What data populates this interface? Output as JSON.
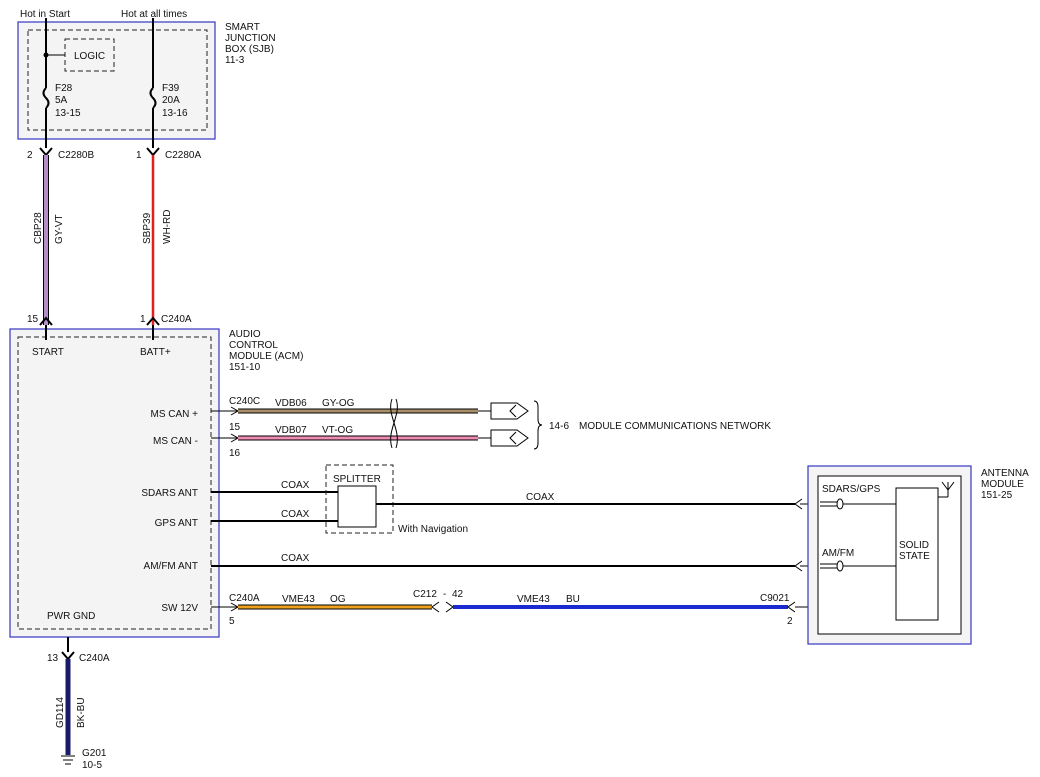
{
  "sjb": {
    "hot_start": "Hot in Start",
    "hot_always": "Hot at all times",
    "title": [
      "SMART",
      "JUNCTION",
      "BOX (SJB)",
      "11-3"
    ],
    "logic": "LOGIC",
    "fuse_a": [
      "F28",
      "5A",
      "13-15"
    ],
    "fuse_b": [
      "F39",
      "20A",
      "13-16"
    ],
    "pin_a": "2",
    "conn_a": "C2280B",
    "pin_b": "1",
    "conn_b": "C2280A"
  },
  "wires": {
    "cbp28": {
      "circuit": "CBP28",
      "color": "GY-VT",
      "hex": "#b48ec8"
    },
    "sbp39": {
      "circuit": "SBP39",
      "color": "WH-RD",
      "hex": "#e02020"
    },
    "gd114": {
      "circuit": "GD114",
      "color": "BK-BU",
      "hex": "#1a1a6a"
    },
    "vdb06": {
      "circuit": "VDB06",
      "color": "GY-OG",
      "hex": "#a88f6a"
    },
    "vdb07": {
      "circuit": "VDB07",
      "color": "VT-OG",
      "hex": "#f08cb4"
    },
    "vme43_og": {
      "circuit": "VME43",
      "color": "OG",
      "hex": "#f0a020"
    },
    "vme43_bu": {
      "circuit": "VME43",
      "color": "BU",
      "hex": "#1a2ad0"
    }
  },
  "acm": {
    "top_pin_a": "15",
    "top_pin_b": "1",
    "top_conn": "C240A",
    "title": [
      "AUDIO",
      "CONTROL",
      "MODULE (ACM)",
      "151-10"
    ],
    "start": "START",
    "batt": "BATT+",
    "ms_can_plus": "MS CAN +",
    "ms_can_minus": "MS CAN -",
    "sdars_ant": "SDARS ANT",
    "gps_ant": "GPS ANT",
    "amfm_ant": "AM/FM ANT",
    "sw12v": "SW 12V",
    "pwr_gnd": "PWR GND",
    "conn_c": "C240C",
    "pin_15": "15",
    "pin_16": "16",
    "conn_a": "C240A",
    "pin_5": "5",
    "gnd_pin": "13",
    "gnd_conn": "C240A"
  },
  "network": {
    "ref": "14-6",
    "label": "MODULE COMMUNICATIONS NETWORK"
  },
  "splitter": {
    "label": "SPLITTER",
    "note": "With Navigation"
  },
  "coax": {
    "label": "COAX"
  },
  "c212": {
    "conn": "C212",
    "dash": "-",
    "pin": "42"
  },
  "antenna": {
    "title": [
      "ANTENNA",
      "MODULE",
      "151-25"
    ],
    "sdars_gps": "SDARS/GPS",
    "amfm": "AM/FM",
    "solid": [
      "SOLID",
      "STATE"
    ],
    "conn": "C9021",
    "pin": "2"
  },
  "ground": {
    "id": "G201",
    "ref": "10-5"
  }
}
